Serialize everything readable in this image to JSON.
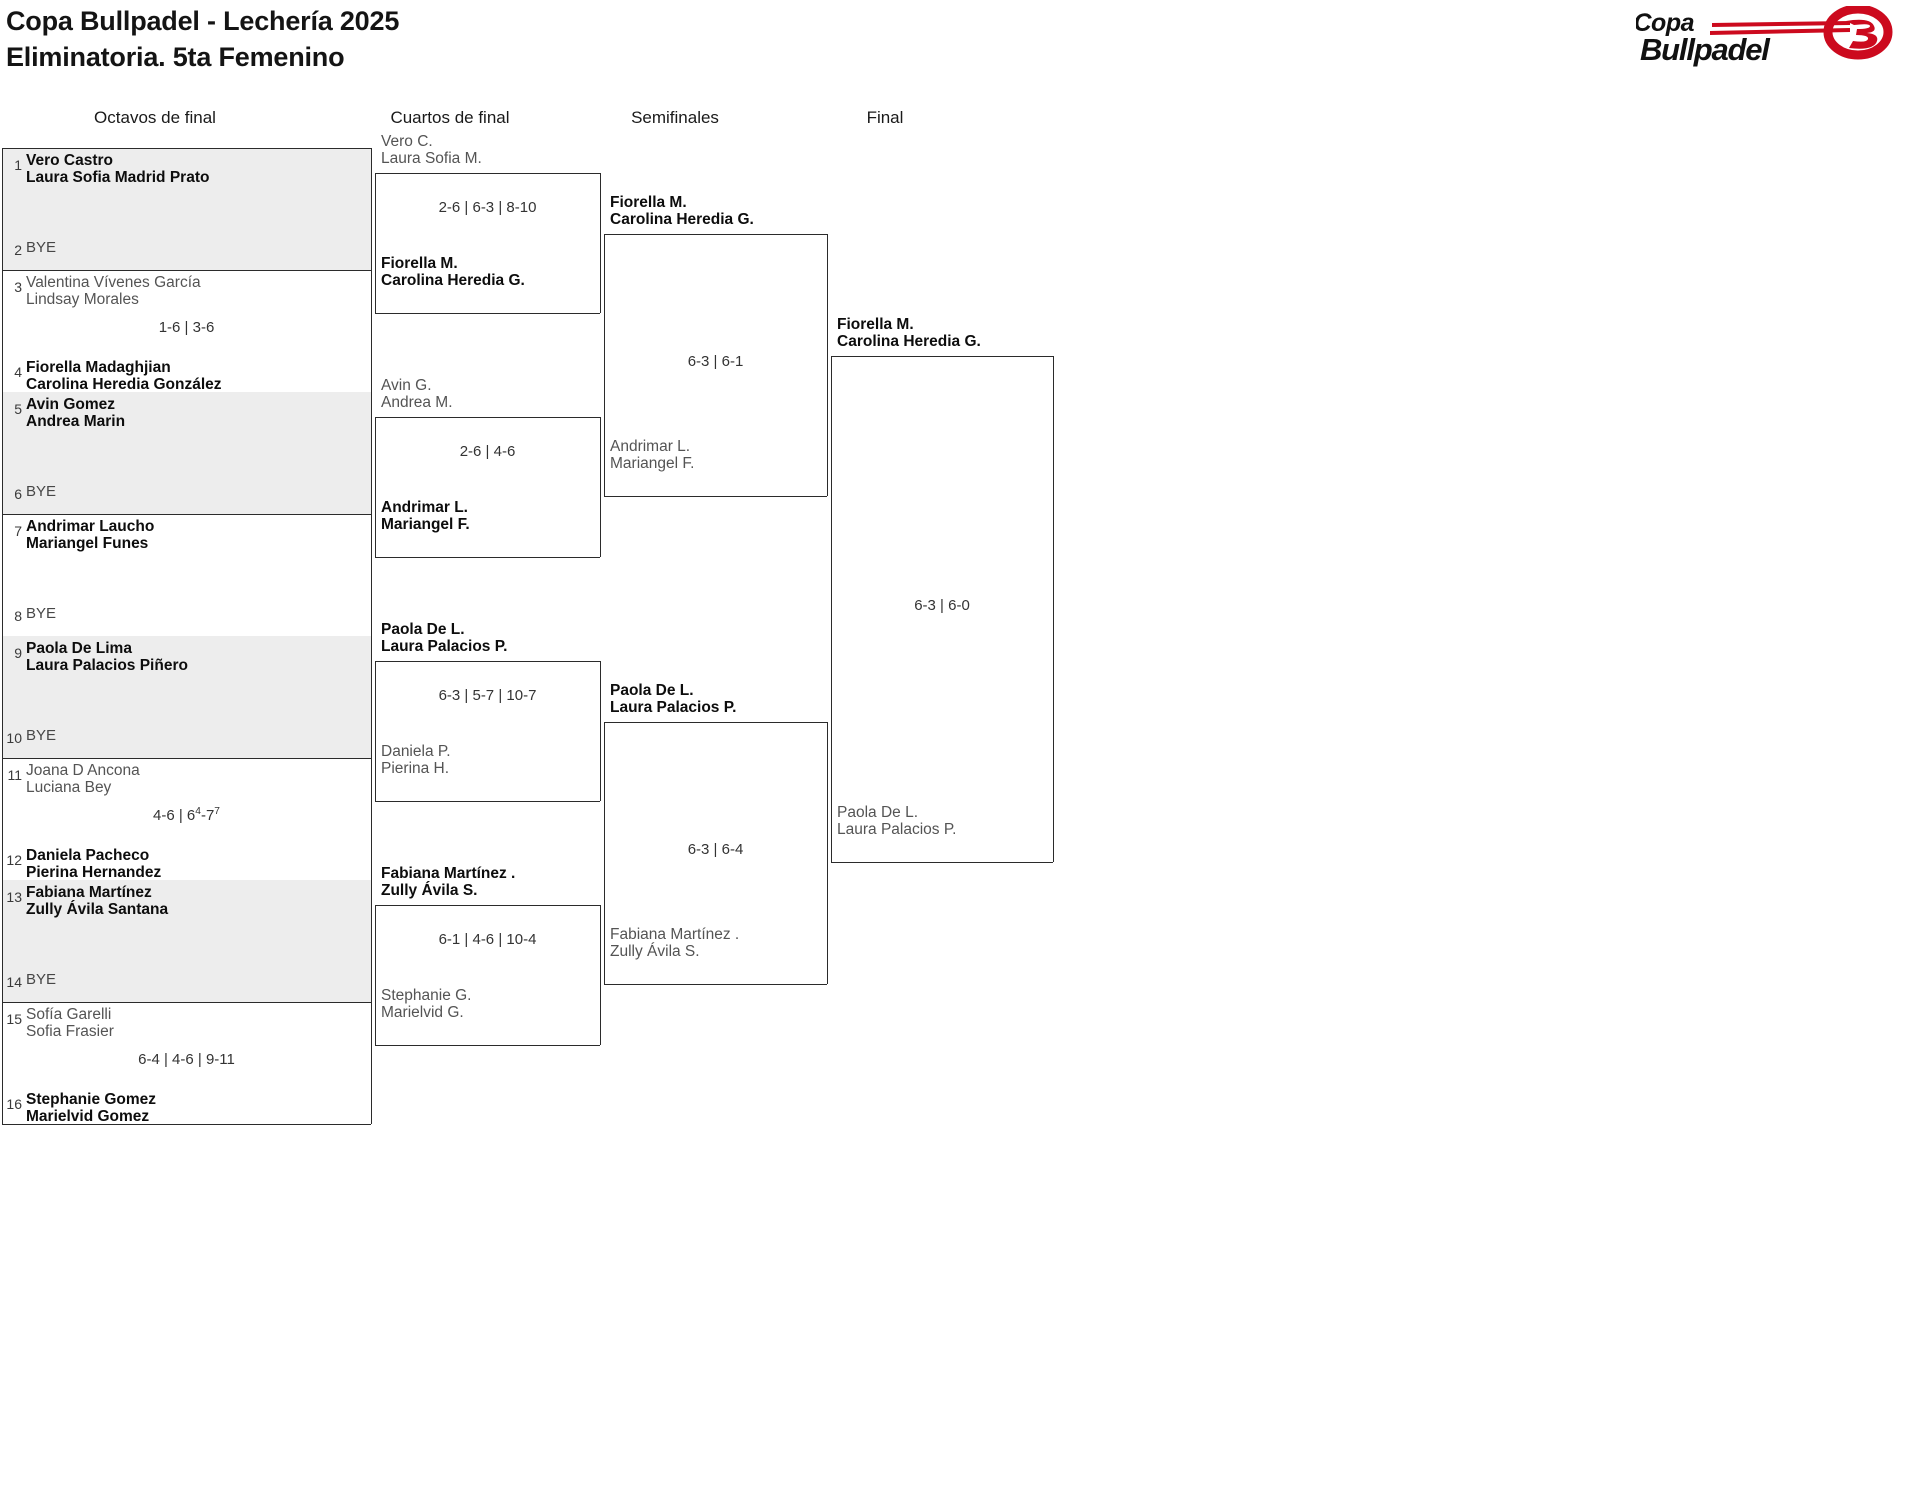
{
  "header": {
    "title_line1": "Copa Bullpadel - Lechería 2025",
    "title_line2": "Eliminatoria. 5ta Femenino",
    "logo": {
      "word1": "Copa",
      "word2": "Bullpadel",
      "accent_color": "#cc0a1e",
      "text_color": "#111111"
    }
  },
  "rounds": [
    {
      "label": "Octavos de final"
    },
    {
      "label": "Cuartos de final"
    },
    {
      "label": "Semifinales"
    },
    {
      "label": "Final"
    }
  ],
  "round1": {
    "entries": [
      {
        "seed": "1",
        "line1": "Vero Castro",
        "line2": "Laura Sofia Madrid Prato",
        "status": "win",
        "bye": false
      },
      {
        "seed": "2",
        "line1": "BYE",
        "line2": "",
        "status": "bye",
        "bye": true
      },
      {
        "seed": "3",
        "line1": "Valentina Vívenes García",
        "line2": "Lindsay Morales",
        "status": "lose",
        "bye": false
      },
      {
        "seed": "4",
        "line1": "Fiorella Madaghjian",
        "line2": "Carolina Heredia González",
        "status": "win",
        "bye": false
      },
      {
        "seed": "5",
        "line1": "Avin Gomez",
        "line2": "Andrea Marin",
        "status": "win",
        "bye": false
      },
      {
        "seed": "6",
        "line1": "BYE",
        "line2": "",
        "status": "bye",
        "bye": true
      },
      {
        "seed": "7",
        "line1": "Andrimar Laucho",
        "line2": "Mariangel Funes",
        "status": "win",
        "bye": false
      },
      {
        "seed": "8",
        "line1": "BYE",
        "line2": "",
        "status": "bye",
        "bye": true
      },
      {
        "seed": "9",
        "line1": "Paola De Lima",
        "line2": "Laura Palacios Piñero",
        "status": "win",
        "bye": false
      },
      {
        "seed": "10",
        "line1": "BYE",
        "line2": "",
        "status": "bye",
        "bye": true
      },
      {
        "seed": "11",
        "line1": "Joana D Ancona",
        "line2": "Luciana Bey",
        "status": "lose",
        "bye": false
      },
      {
        "seed": "12",
        "line1": "Daniela Pacheco",
        "line2": "Pierina Hernandez",
        "status": "win",
        "bye": false
      },
      {
        "seed": "13",
        "line1": "Fabiana Martínez",
        "line2": "Zully Ávila Santana",
        "status": "win",
        "bye": false
      },
      {
        "seed": "14",
        "line1": "BYE",
        "line2": "",
        "status": "bye",
        "bye": true
      },
      {
        "seed": "15",
        "line1": "Sofía Garelli",
        "line2": "Sofia Frasier",
        "status": "lose",
        "bye": false
      },
      {
        "seed": "16",
        "line1": "Stephanie Gomez",
        "line2": "Marielvid Gomez",
        "status": "win",
        "bye": false
      }
    ],
    "scores": [
      {
        "text": "1-6 | 3-6",
        "tb": null
      },
      {
        "text": "4-6 | 6-7",
        "tb": "sup",
        "a": "4-6 | 6",
        "sup1": "4",
        "b": "-7",
        "sup2": "7"
      },
      {
        "text": "6-4 | 4-6 | 9-11",
        "tb": null
      }
    ]
  },
  "round2": {
    "entries": [
      {
        "line1": "Vero C.",
        "line2": "Laura Sofia M.",
        "status": "lose"
      },
      {
        "line1": "Fiorella M.",
        "line2": "Carolina Heredia G.",
        "status": "win"
      },
      {
        "line1": "Avin G.",
        "line2": "Andrea M.",
        "status": "lose"
      },
      {
        "line1": "Andrimar L.",
        "line2": "Mariangel F.",
        "status": "win"
      },
      {
        "line1": "Paola De L.",
        "line2": "Laura Palacios P.",
        "status": "win"
      },
      {
        "line1": "Daniela P.",
        "line2": "Pierina H.",
        "status": "lose"
      },
      {
        "line1": "Fabiana Martínez .",
        "line2": "Zully Ávila S.",
        "status": "win"
      },
      {
        "line1": "Stephanie G.",
        "line2": "Marielvid G.",
        "status": "lose"
      }
    ],
    "scores": [
      "2-6 | 6-3 | 8-10",
      "2-6 | 4-6",
      "6-3 | 5-7 | 10-7",
      "6-1 | 4-6 | 10-4"
    ]
  },
  "round3": {
    "entries": [
      {
        "line1": "Fiorella M.",
        "line2": "Carolina Heredia G.",
        "status": "win"
      },
      {
        "line1": "Andrimar L.",
        "line2": "Mariangel F.",
        "status": "lose"
      },
      {
        "line1": "Paola De L.",
        "line2": "Laura Palacios P.",
        "status": "win"
      },
      {
        "line1": "Fabiana Martínez .",
        "line2": "Zully Ávila S.",
        "status": "lose"
      }
    ],
    "scores": [
      "6-3 | 6-1",
      "6-3 | 6-4"
    ]
  },
  "round4": {
    "entries": [
      {
        "line1": "Fiorella M.",
        "line2": "Carolina Heredia G.",
        "status": "win"
      },
      {
        "line1": "Paola De L.",
        "line2": "Laura Palacios P.",
        "status": "lose"
      }
    ],
    "scores": [
      "6-3 | 6-0"
    ]
  }
}
